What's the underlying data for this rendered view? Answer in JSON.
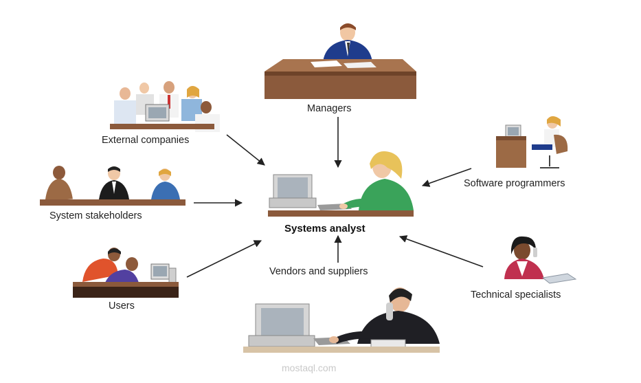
{
  "center": {
    "label": "Systems analyst"
  },
  "nodes": [
    {
      "id": "managers",
      "label": "Managers"
    },
    {
      "id": "external-companies",
      "label": "External companies"
    },
    {
      "id": "system-stakeholders",
      "label": "System stakeholders"
    },
    {
      "id": "users",
      "label": "Users"
    },
    {
      "id": "vendors-suppliers",
      "label": "Vendors and suppliers"
    },
    {
      "id": "software-programmers",
      "label": "Software programmers"
    },
    {
      "id": "technical-specialists",
      "label": "Technical specialists"
    }
  ],
  "watermark": {
    "text": "mostaql.com"
  },
  "colors": {
    "desk": "#8b5a3c",
    "desk_top": "#a8744f",
    "suit_blue": "#1f3c8c",
    "analyst_green": "#3aa35a",
    "arrow": "#222222"
  }
}
